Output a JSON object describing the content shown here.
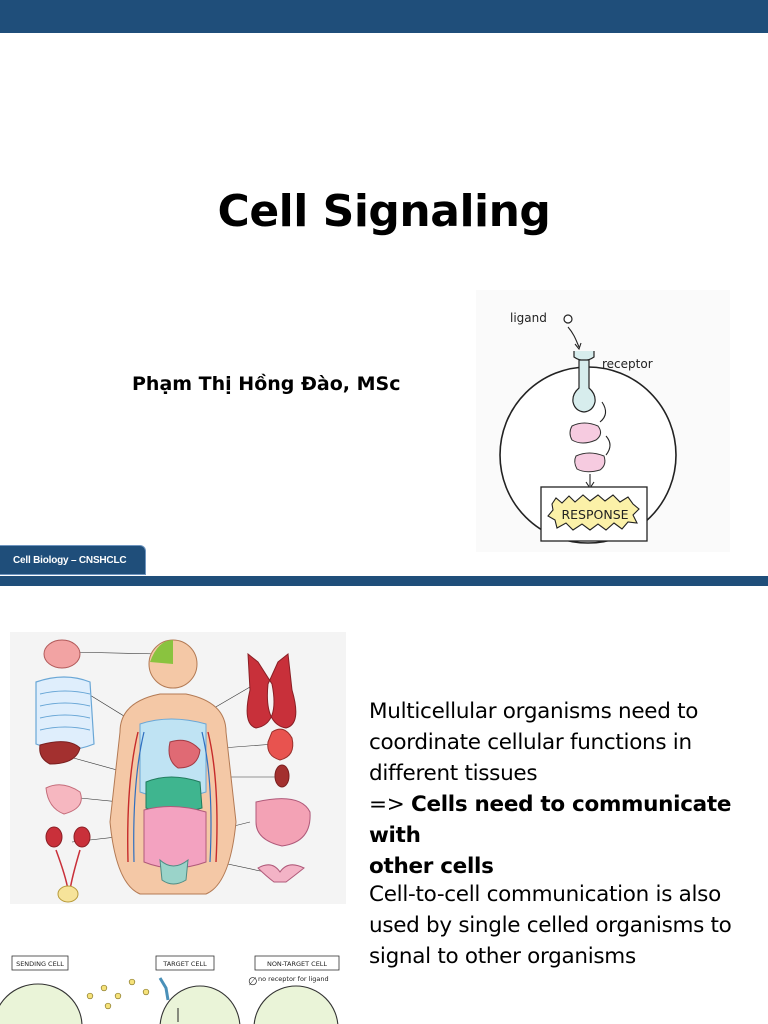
{
  "slide1": {
    "title": "Cell Signaling",
    "author": "Phạm Thị Hồng Đào, MSc",
    "footer": "Cell Biology – CNSHCLC",
    "diagram": {
      "ligand_label": "ligand",
      "receptor_label": "receptor",
      "response_label": "RESPONSE"
    }
  },
  "slide2": {
    "para1_lines": [
      "Multicellular organisms need to",
      "coordinate cellular functions in",
      "different tissues"
    ],
    "para1_prefix": "=> ",
    "para1_bold_lines": [
      "Cells need to communicate with",
      "other cells"
    ],
    "para2_lines": [
      "Cell-to-cell communication is also",
      "used by single celled organisms to",
      "signal to other organisms"
    ],
    "comm_diagram": {
      "sending_label": "SENDING CELL",
      "target_label": "TARGET CELL",
      "nontarget_label": "NON-TARGET CELL",
      "no_receptor_note": "no receptor for ligand",
      "empty_symbol": "∅"
    }
  },
  "colors": {
    "bar": "#1f4e7a",
    "footer_border": "#6f95bf"
  }
}
